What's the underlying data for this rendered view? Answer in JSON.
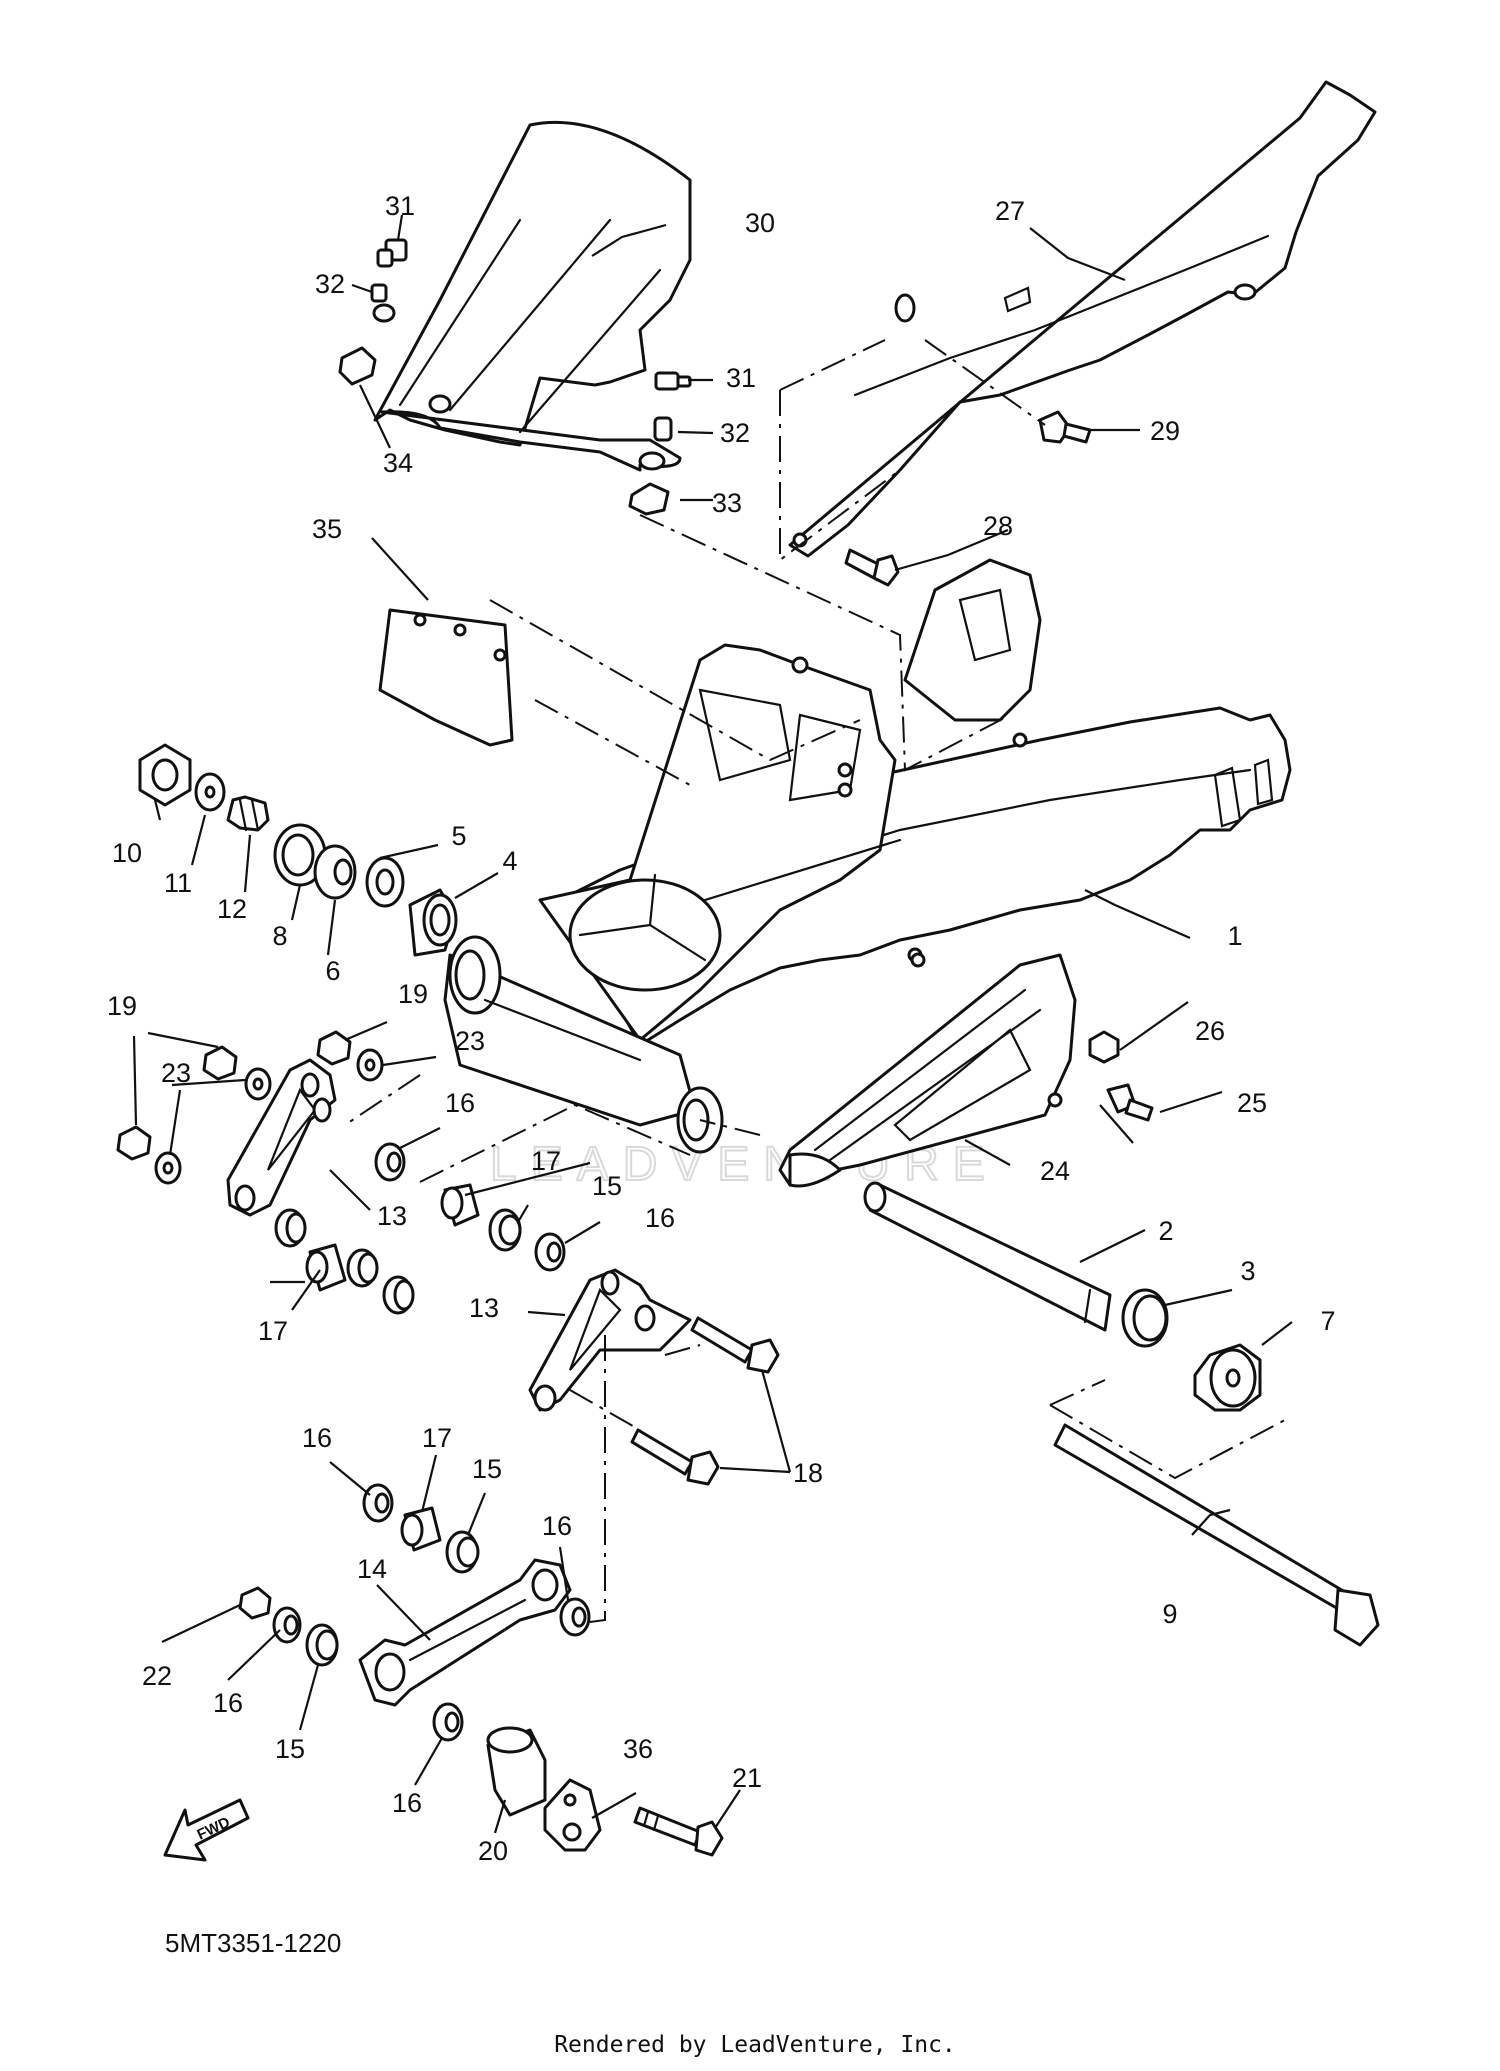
{
  "diagram": {
    "code": "5MT3351-1220",
    "credit": "Rendered by LeadVenture, Inc.",
    "fwd_label": "FWD",
    "watermark": "LEADVENTURE"
  },
  "callouts": [
    {
      "id": "c1",
      "text": "1"
    },
    {
      "id": "c2",
      "text": "2"
    },
    {
      "id": "c3",
      "text": "3"
    },
    {
      "id": "c4",
      "text": "4"
    },
    {
      "id": "c5",
      "text": "5"
    },
    {
      "id": "c6",
      "text": "6"
    },
    {
      "id": "c7",
      "text": "7"
    },
    {
      "id": "c8",
      "text": "8"
    },
    {
      "id": "c9",
      "text": "9"
    },
    {
      "id": "c10",
      "text": "10"
    },
    {
      "id": "c11",
      "text": "11"
    },
    {
      "id": "c12",
      "text": "12"
    },
    {
      "id": "c13a",
      "text": "13"
    },
    {
      "id": "c13b",
      "text": "13"
    },
    {
      "id": "c14",
      "text": "14"
    },
    {
      "id": "c15a",
      "text": "15"
    },
    {
      "id": "c15b",
      "text": "15"
    },
    {
      "id": "c15c",
      "text": "15"
    },
    {
      "id": "c16a",
      "text": "16"
    },
    {
      "id": "c16b",
      "text": "16"
    },
    {
      "id": "c16c",
      "text": "16"
    },
    {
      "id": "c16d",
      "text": "16"
    },
    {
      "id": "c16e",
      "text": "16"
    },
    {
      "id": "c16f",
      "text": "16"
    },
    {
      "id": "c17a",
      "text": "17"
    },
    {
      "id": "c17b",
      "text": "17"
    },
    {
      "id": "c17c",
      "text": "17"
    },
    {
      "id": "c18",
      "text": "18"
    },
    {
      "id": "c19a",
      "text": "19"
    },
    {
      "id": "c19b",
      "text": "19"
    },
    {
      "id": "c20",
      "text": "20"
    },
    {
      "id": "c21",
      "text": "21"
    },
    {
      "id": "c22",
      "text": "22"
    },
    {
      "id": "c23a",
      "text": "23"
    },
    {
      "id": "c23b",
      "text": "23"
    },
    {
      "id": "c24",
      "text": "24"
    },
    {
      "id": "c25",
      "text": "25"
    },
    {
      "id": "c26",
      "text": "26"
    },
    {
      "id": "c27",
      "text": "27"
    },
    {
      "id": "c28",
      "text": "28"
    },
    {
      "id": "c29",
      "text": "29"
    },
    {
      "id": "c30",
      "text": "30"
    },
    {
      "id": "c31a",
      "text": "31"
    },
    {
      "id": "c31b",
      "text": "31"
    },
    {
      "id": "c32a",
      "text": "32"
    },
    {
      "id": "c32b",
      "text": "32"
    },
    {
      "id": "c33",
      "text": "33"
    },
    {
      "id": "c34",
      "text": "34"
    },
    {
      "id": "c35",
      "text": "35"
    },
    {
      "id": "c36",
      "text": "36"
    }
  ]
}
